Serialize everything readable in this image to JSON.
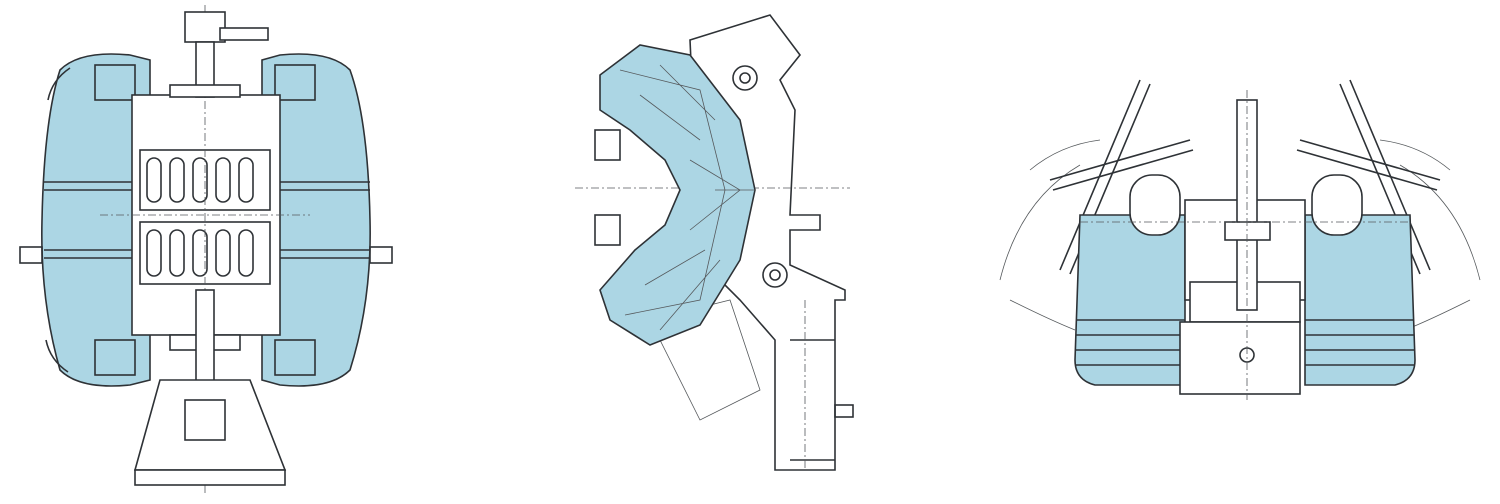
{
  "colors": {
    "pad_fill": "#acd6e4",
    "line": "#2e3236",
    "background": "#ffffff"
  },
  "views": [
    {
      "id": "front-view"
    },
    {
      "id": "side-view"
    },
    {
      "id": "top-view"
    }
  ]
}
